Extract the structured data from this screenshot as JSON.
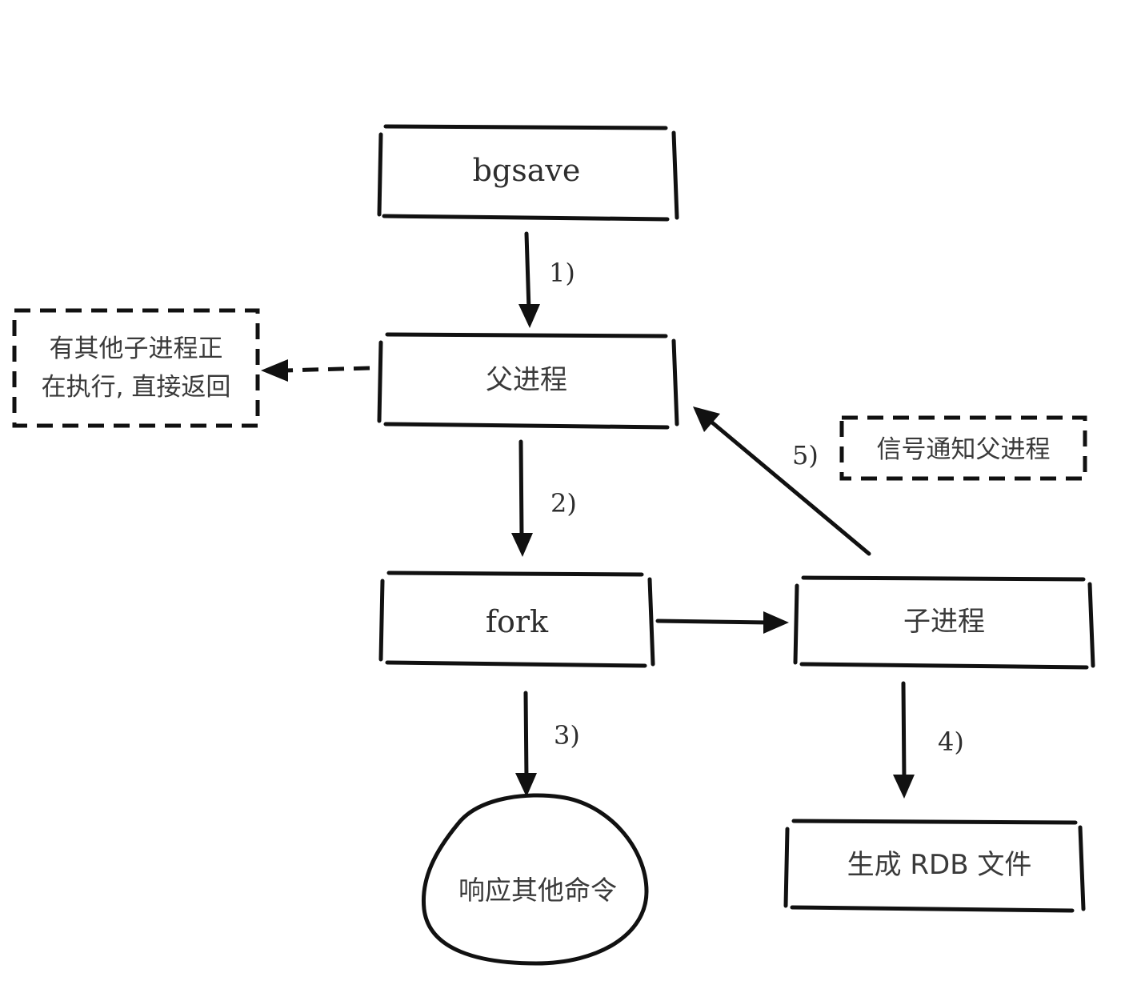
{
  "nodes": {
    "bgsave": "bgsave",
    "parent": "父进程",
    "fork": "fork",
    "child": "子进程",
    "respond": "响应其他命令",
    "rdb": "生成 RDB 文件"
  },
  "notes": {
    "busy_line1": "有其他子进程正",
    "busy_line2": "在执行, 直接返回",
    "signal": "信号通知父进程"
  },
  "steps": {
    "s1": "1)",
    "s2": "2)",
    "s3": "3)",
    "s4": "4)",
    "s5": "5)"
  }
}
